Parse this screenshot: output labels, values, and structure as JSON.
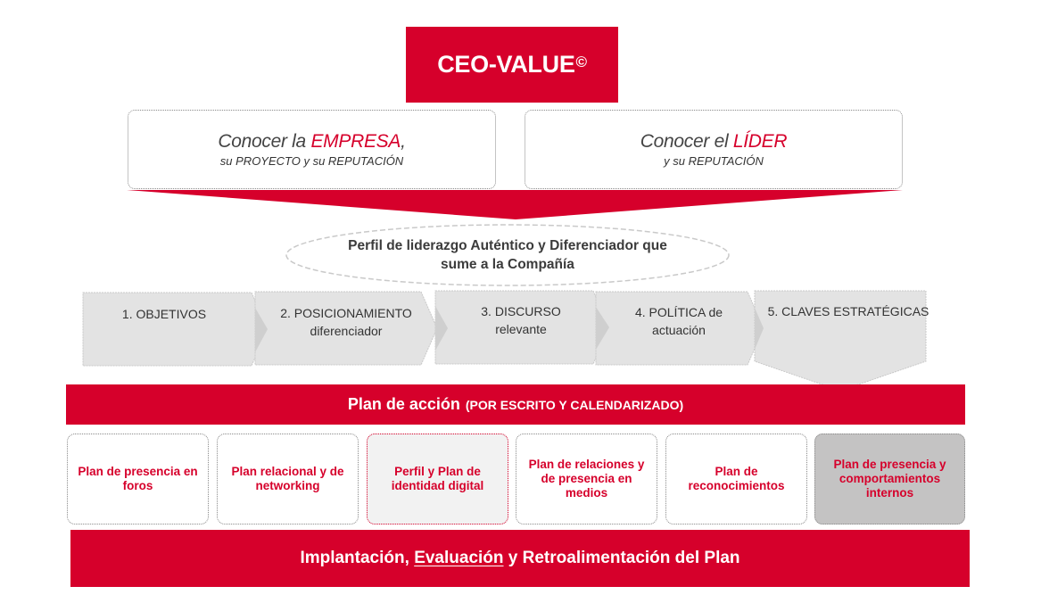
{
  "title": {
    "text": "CEO-VALUE",
    "symbol": "©"
  },
  "know": [
    {
      "prefix": "Conocer la ",
      "accent": "EMPRESA",
      "suffix": ",",
      "sub": "su PROYECTO y su REPUTACIÓN"
    },
    {
      "prefix": "Conocer el ",
      "accent": "LÍDER",
      "suffix": "",
      "sub": "y su REPUTACIÓN"
    }
  ],
  "profile": {
    "line1": "Perfil de liderazgo Auténtico y Diferenciador que",
    "line2": "sume a la Compañía"
  },
  "steps": [
    {
      "line1": "1. OBJETIVOS",
      "line2": ""
    },
    {
      "line1": "2. POSICIONAMIENTO",
      "line2": "diferenciador"
    },
    {
      "line1": "3. DISCURSO",
      "line2": "relevante"
    },
    {
      "line1": "4. POLÍTICA de",
      "line2": "actuación"
    },
    {
      "line1": "5. CLAVES ESTRATÉGICAS",
      "line2": ""
    }
  ],
  "plan_bar": {
    "main": "Plan de acción",
    "small": "(POR ESCRITO Y CALENDARIZADO)"
  },
  "plans": [
    "Plan de presencia en foros",
    "Plan relacional y de networking",
    "Perfil y Plan de identidad digital",
    "Plan de relaciones y de presencia en medios",
    "Plan de reconocimientos",
    "Plan de presencia y comportamientos internos"
  ],
  "impl_bar": {
    "part1": "Implantación, ",
    "underlined": "Evaluación",
    "part2": " y Retroalimentación del Plan"
  },
  "colors": {
    "brand_red": "#d6002b",
    "step_grey": "#e3e3e3",
    "step_point": "#cfcfcf",
    "card_grey": "#c4c3c3",
    "text_dark": "#333333"
  }
}
